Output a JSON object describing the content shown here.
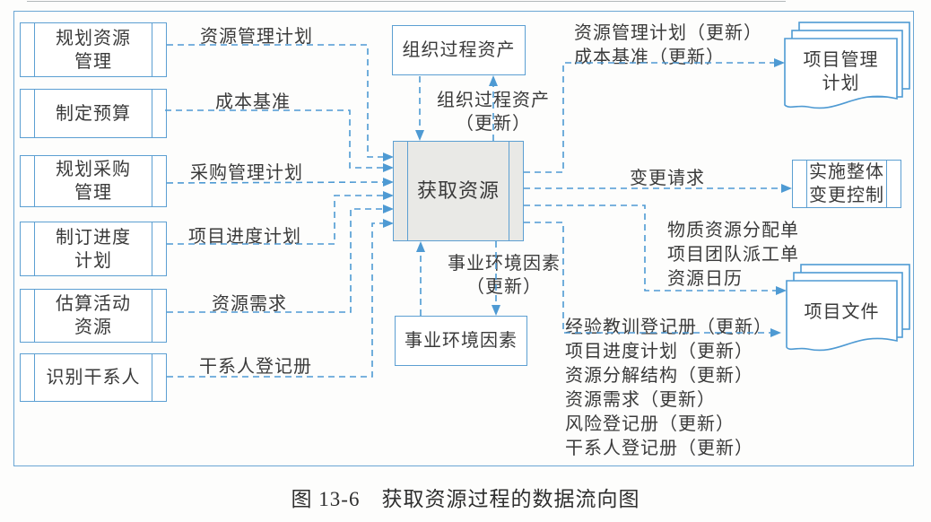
{
  "figure": {
    "caption": "图 13-6　获取资源过程的数据流向图"
  },
  "colors": {
    "line_blue": "#5c9fd2",
    "text": "#3a3a3a",
    "process_fill": "#e9e9e6"
  },
  "left_column": [
    {
      "box_lines": [
        "规划资源",
        "管理"
      ],
      "output_label": "资源管理计划"
    },
    {
      "box_lines": [
        "制定预算"
      ],
      "output_label": "成本基准"
    },
    {
      "box_lines": [
        "规划采购",
        "管理"
      ],
      "output_label": "采购管理计划"
    },
    {
      "box_lines": [
        "制订进度",
        "计划"
      ],
      "output_label": "项目进度计划"
    },
    {
      "box_lines": [
        "估算活动",
        "资源"
      ],
      "output_label": "资源需求"
    },
    {
      "box_lines": [
        "识别干系人"
      ],
      "output_label": "干系人登记册"
    }
  ],
  "center": {
    "opa_box": "组织过程资产",
    "opa_update_lines": [
      "组织过程资产",
      "（更新）"
    ],
    "main_process": "获取资源",
    "eef_update_lines": [
      "事业环境因素",
      "（更新）"
    ],
    "eef_box": "事业环境因素"
  },
  "right_column": {
    "pm_plan_update_labels": [
      "资源管理计划（更新）",
      "成本基准（更新）"
    ],
    "pm_plan_doc_lines": [
      "项目管理",
      "计划"
    ],
    "change_request_label": "变更请求",
    "picc_box_lines": [
      "实施整体",
      "变更控制"
    ],
    "project_docs_labels_top": [
      "物质资源分配单",
      "项目团队派工单",
      "资源日历"
    ],
    "project_docs_labels_bottom": [
      "经验教训登记册（更新）",
      "项目进度计划（更新）",
      "资源分解结构（更新）",
      "资源需求（更新）",
      "风险登记册（更新）",
      "干系人登记册（更新）"
    ],
    "project_docs_doc": "项目文件"
  }
}
